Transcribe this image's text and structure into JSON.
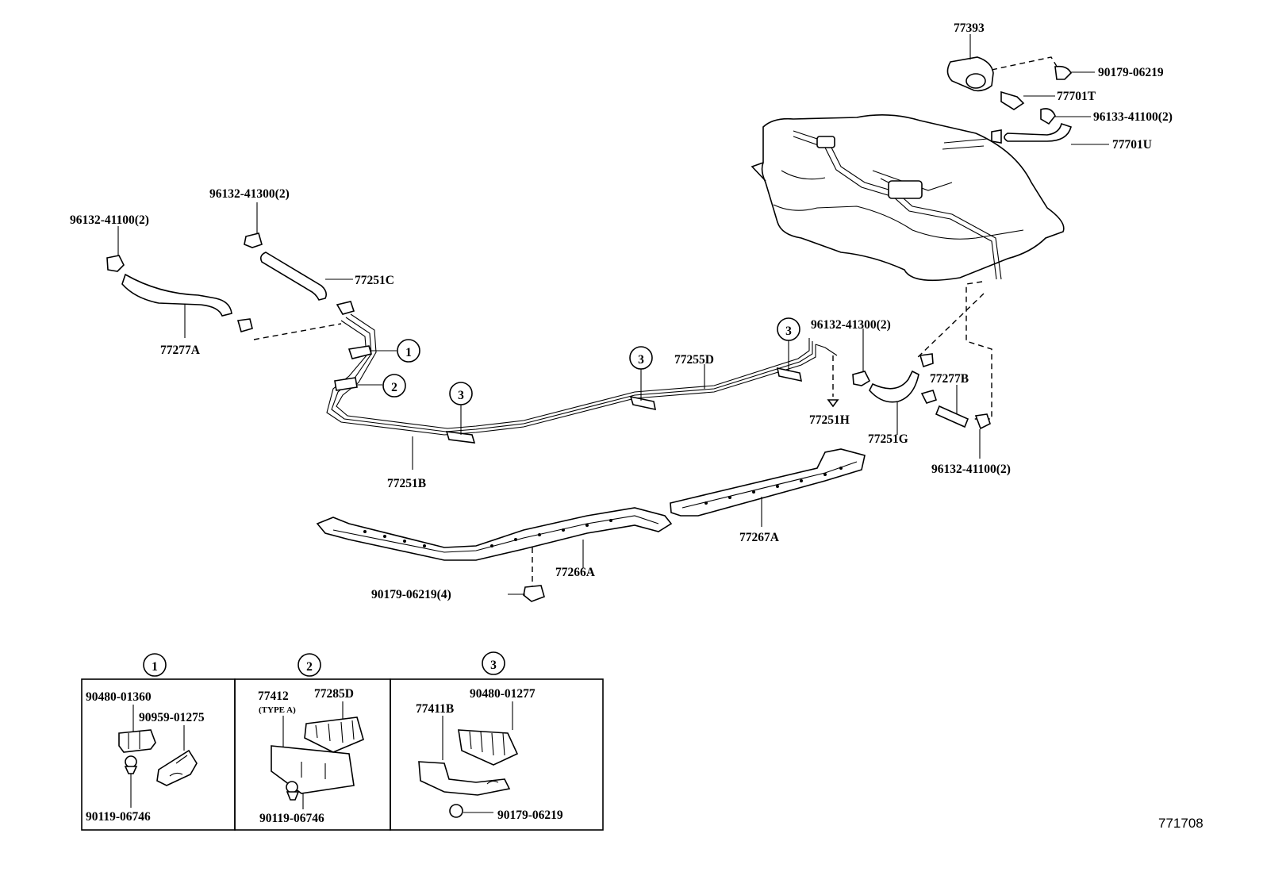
{
  "diagram_code": "771708",
  "part_labels": {
    "p77393": "77393",
    "p90179_06219_top": "90179-06219",
    "p77701T": "77701T",
    "p96133_41100": "96133-41100(2)",
    "p77701U": "77701U",
    "p96132_41300_left": "96132-41300(2)",
    "p96132_41100_left": "96132-41100(2)",
    "p77251C": "77251C",
    "p77277A": "77277A",
    "p77251B": "77251B",
    "p77255D": "77255D",
    "p96132_41300_right": "96132-41300(2)",
    "p77277B": "77277B",
    "p77251H": "77251H",
    "p77251G": "77251G",
    "p96132_41100_right": "96132-41100(2)",
    "p77267A": "77267A",
    "p77266A": "77266A",
    "p90179_06219_4": "90179-06219(4)"
  },
  "callouts": {
    "c1": "1",
    "c2": "2",
    "c3a": "3",
    "c3b": "3",
    "c3c": "3"
  },
  "detail_boxes": {
    "box1": {
      "marker": "1",
      "labels": [
        "90480-01360",
        "90959-01275",
        "90119-06746"
      ]
    },
    "box2": {
      "marker": "2",
      "labels": [
        "77412",
        "(TYPE A)",
        "77285D",
        "90119-06746"
      ]
    },
    "box3": {
      "marker": "3",
      "labels": [
        "90480-01277",
        "77411B",
        "90179-06219"
      ]
    }
  }
}
